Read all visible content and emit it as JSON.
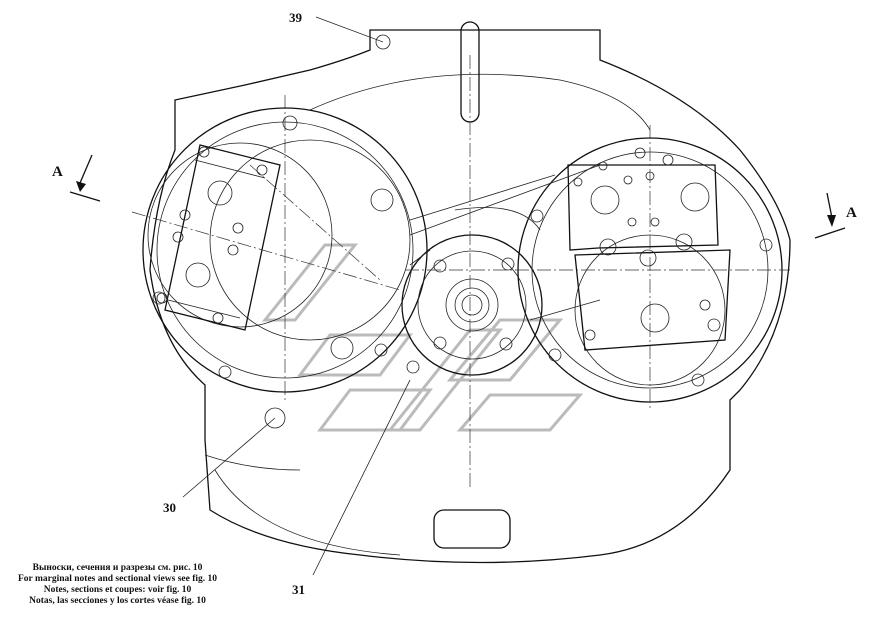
{
  "callouts": {
    "c39": "39",
    "c30": "30",
    "c31": "31"
  },
  "section_marks": {
    "left": "A",
    "right": "A"
  },
  "notes": [
    "Выноски, сечения и разрезы см. рис. 10",
    "For marginal notes and sectional views see fig. 10",
    "Notes, sections et coupes: voir fig. 10",
    "Notas, las secciones y los cortes véase fig. 10"
  ],
  "colors": {
    "line": "#111111",
    "watermark": "#bbbbbb",
    "background": "#ffffff"
  }
}
